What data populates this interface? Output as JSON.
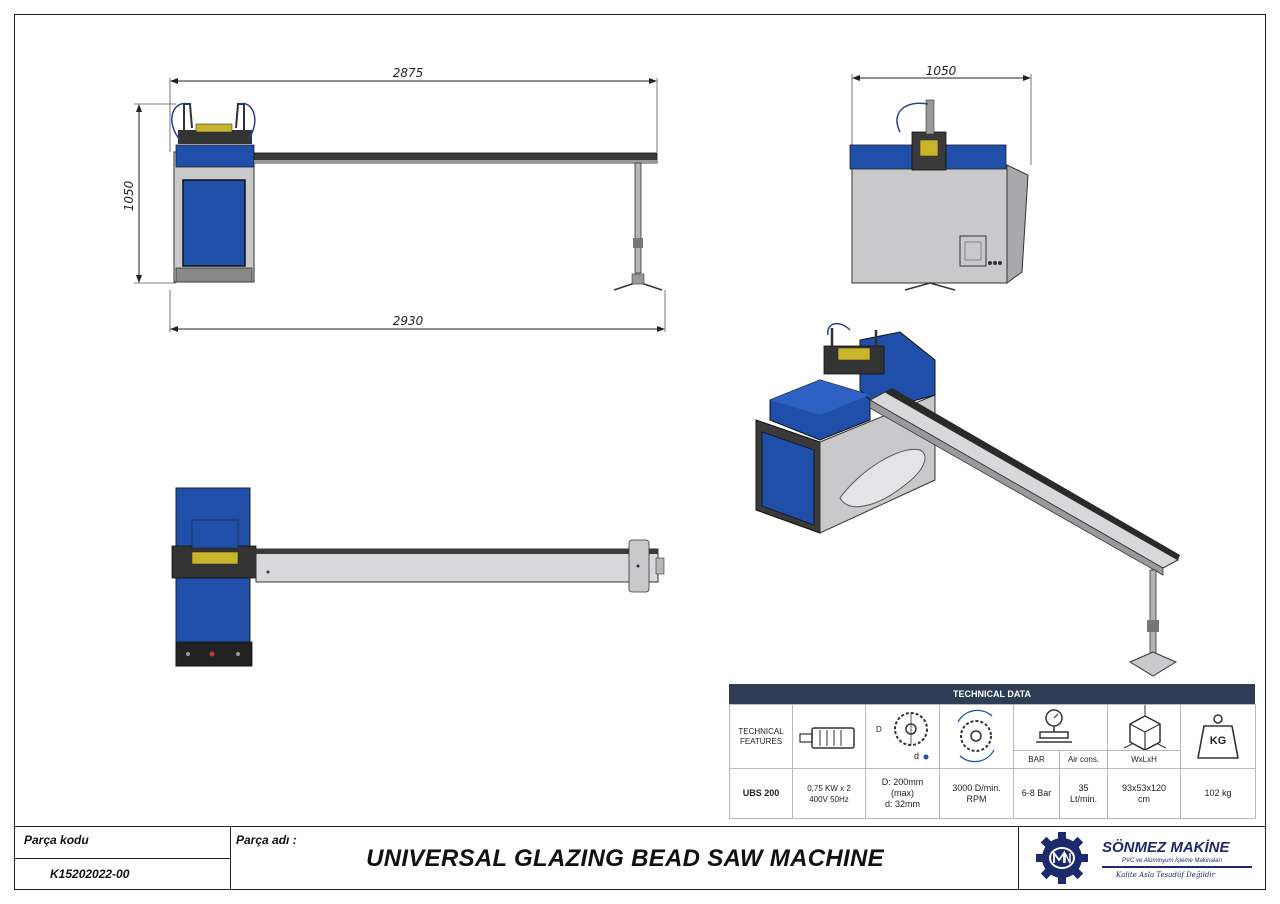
{
  "dimensions": {
    "front_length": "2875",
    "front_height": "1050",
    "front_total": "2930",
    "side_width": "1050"
  },
  "technical_data": {
    "header": "TECHNICAL DATA",
    "features_label": "TECHNICAL FEATURES",
    "d_label": "D",
    "d_small_label": "d",
    "sub_bar": "BAR",
    "sub_air": "Air cons.",
    "sub_wxlxh": "WxLxH",
    "kg_label": "KG",
    "values": {
      "model": "UBS 200",
      "motor_1": "0,75 KW x 2",
      "motor_2": "400V 50Hz",
      "blade_1": "D: 200mm",
      "blade_2": "(max)",
      "blade_3": "d: 32mm",
      "speed_1": "3000 D/min.",
      "speed_2": "RPM",
      "bar": "6-8 Bar",
      "air_1": "35",
      "air_2": "Lt/min.",
      "size_1": "93x53x120",
      "size_2": "cm",
      "weight": "102 kg"
    }
  },
  "title_block": {
    "code_label": "Parça kodu",
    "code_value": "K15202022-00",
    "name_label": "Parça adı :",
    "name_value": "UNIVERSAL GLAZING BEAD SAW MACHINE",
    "brand": "SÖNMEZ MAKİNE",
    "brand_sub": "PVC ve Alüminyum İşleme Makinaları",
    "slogan": "Kalite Asla Tesadüf Değildir"
  },
  "colors": {
    "machine_blue": "#1f4fa8",
    "table_header": "#2f3e55",
    "brand_navy": "#1b2a6b",
    "steel_gray": "#c9c9cc"
  }
}
